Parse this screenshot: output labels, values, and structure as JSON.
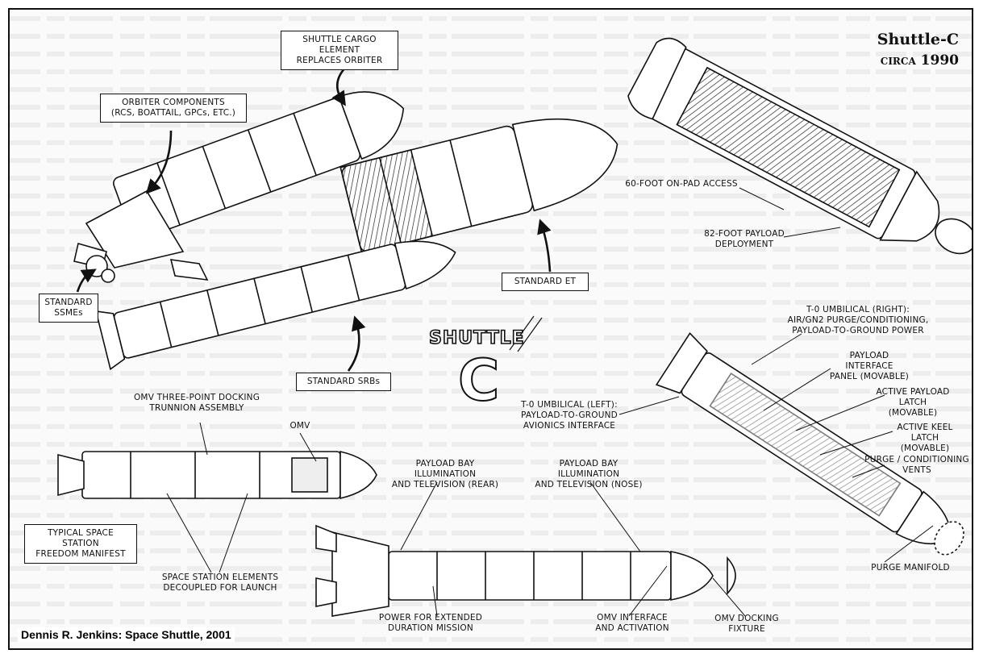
{
  "title": {
    "line1": "Shuttle-C",
    "line2": "circa 1990"
  },
  "credit": "Dennis R. Jenkins: Space Shuttle, 2001",
  "logo": {
    "text": "SHUTTLE",
    "letter": "C"
  },
  "labels": {
    "cargo_element": "SHUTTLE CARGO ELEMENT\nREPLACES ORBITER",
    "orbiter_components": "ORBITER COMPONENTS\n(RCS, BOATTAIL, GPCs, ETC.)",
    "standard_ssmes": "STANDARD\nSSMEs",
    "standard_et": "STANDARD ET",
    "standard_srbs": "STANDARD SRBs",
    "onpad_access": "60-FOOT ON-PAD ACCESS",
    "payload_deployment": "82-FOOT PAYLOAD DEPLOYMENT",
    "t0_umbilical_right": "T-0 UMBILICAL (RIGHT):\nAIR/GN2 PURGE/CONDITIONING,\nPAYLOAD-TO-GROUND POWER",
    "payload_interface_panel": "PAYLOAD INTERFACE\nPANEL (MOVABLE)",
    "active_payload_latch": "ACTIVE PAYLOAD\nLATCH (MOVABLE)",
    "active_keel_latch": "ACTIVE KEEL\nLATCH (MOVABLE)",
    "purge_vents": "PURGE / CONDITIONING\nVENTS",
    "purge_manifold": "PURGE MANIFOLD",
    "t0_umbilical_left": "T-0 UMBILICAL (LEFT):\nPAYLOAD-TO-GROUND\nAVIONICS INTERFACE",
    "omv_docking_trunnion": "OMV THREE-POINT DOCKING\nTRUNNION ASSEMBLY",
    "omv": "OMV",
    "typical_manifest": "TYPICAL SPACE STATION\nFREEDOM MANIFEST",
    "station_elements": "SPACE STATION ELEMENTS\nDECOUPLED FOR LAUNCH",
    "bay_illumination_rear": "PAYLOAD BAY ILLUMINATION\nAND TELEVISION (REAR)",
    "bay_illumination_nose": "PAYLOAD BAY ILLUMINATION\nAND TELEVISION (NOSE)",
    "power_extended": "POWER FOR EXTENDED\nDURATION MISSION",
    "omv_interface": "OMV INTERFACE\nAND ACTIVATION",
    "omv_docking_fixture": "OMV DOCKING FIXTURE"
  },
  "colors": {
    "ink": "#111111",
    "paper": "#fafafa",
    "bg_text": "#d8d8d8"
  }
}
